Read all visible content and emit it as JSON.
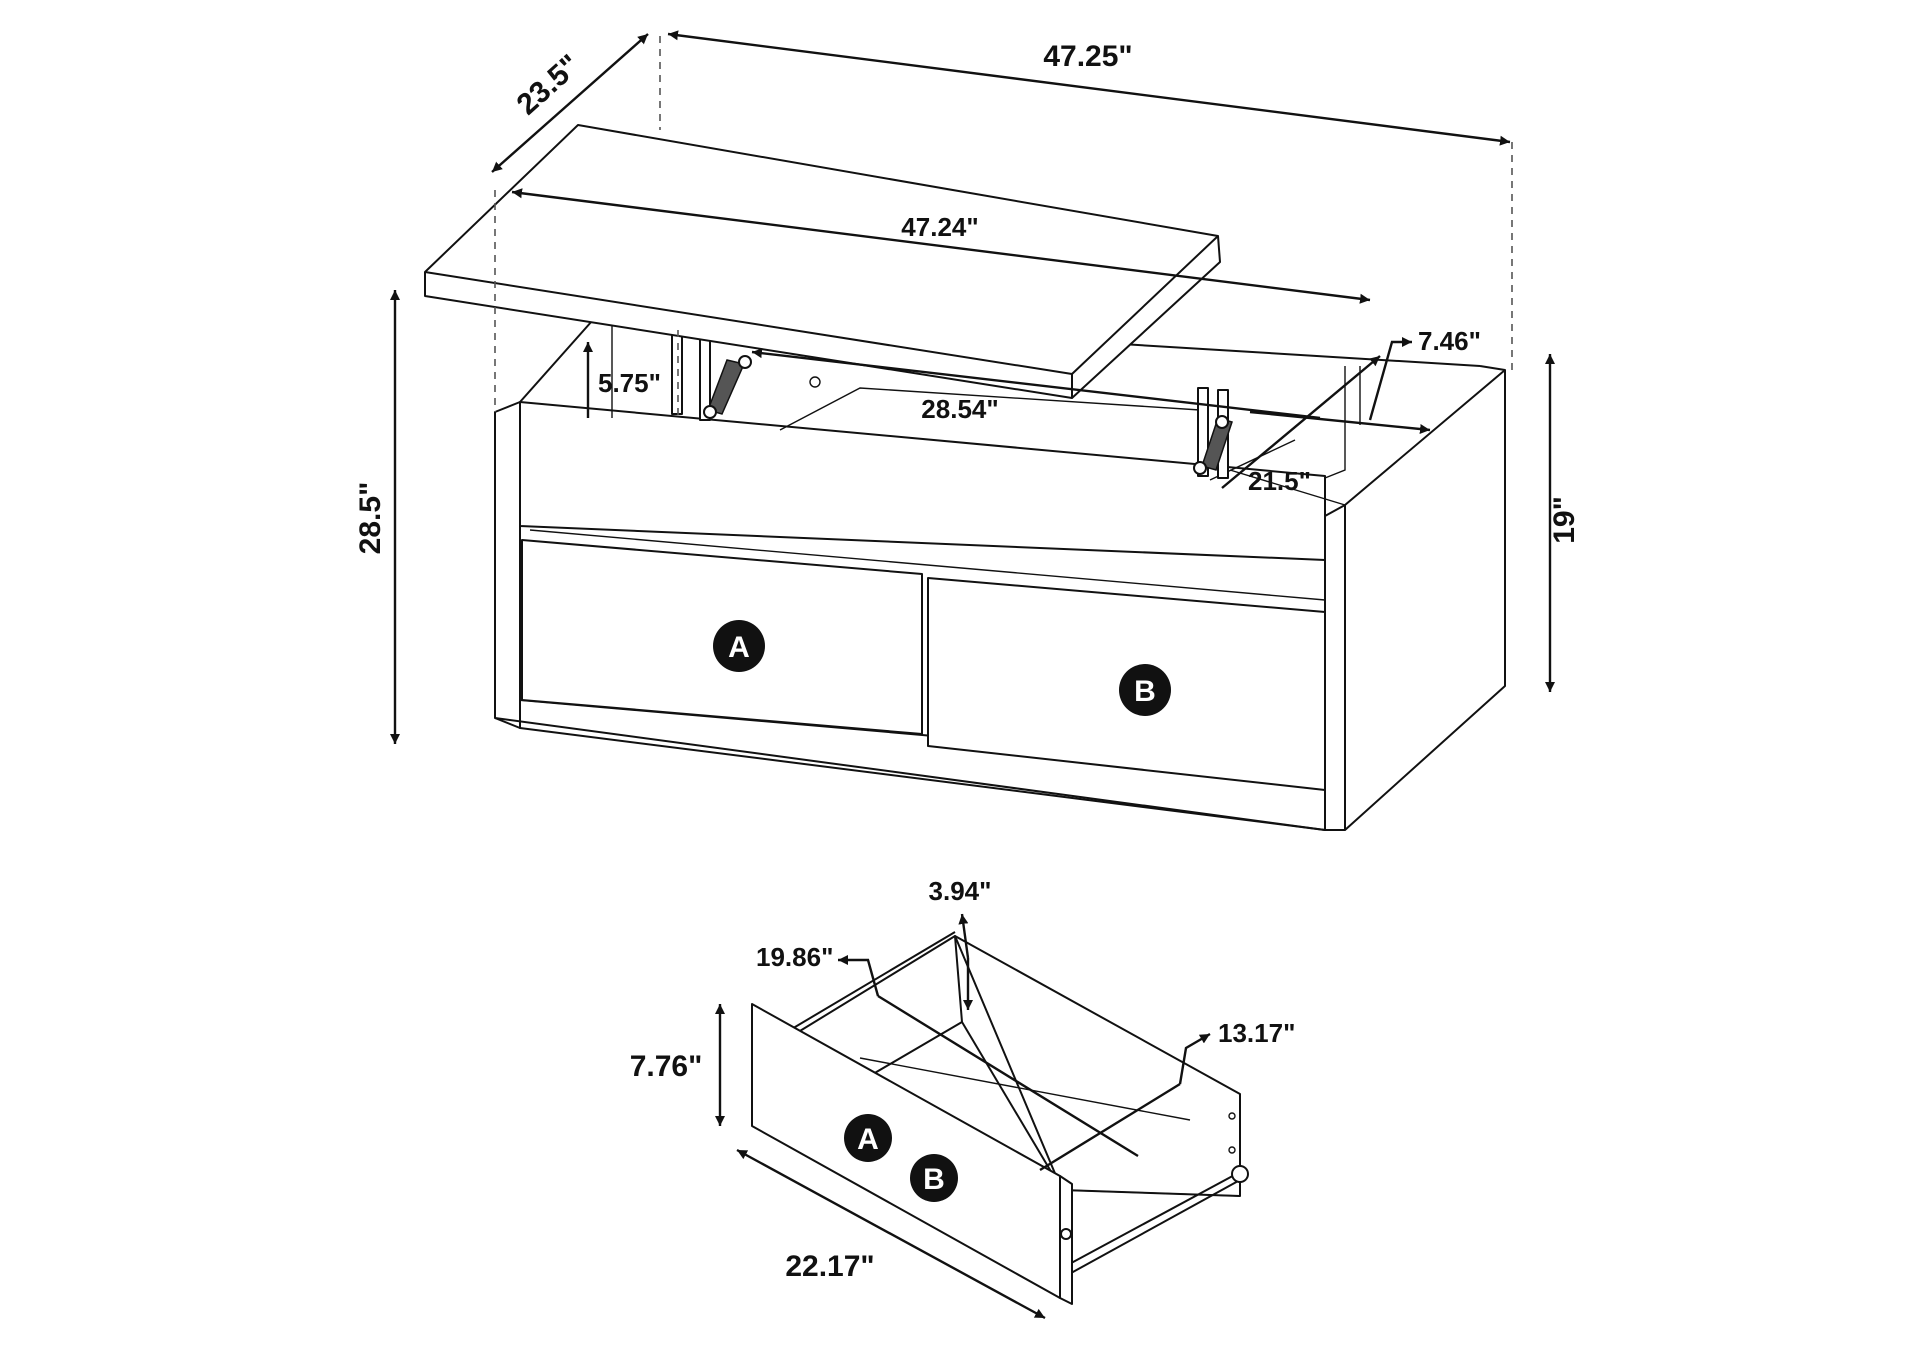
{
  "dimensions": {
    "overall_length": "47.25\"",
    "overall_depth": "23.5\"",
    "top_length": "47.24\"",
    "lift_height": "5.75\"",
    "inner_width": "28.54\"",
    "side_compartment": "7.46\"",
    "inner_depth": "21.5\"",
    "max_height": "28.5\"",
    "table_height": "19\"",
    "drawer_side_height": "3.94\"",
    "drawer_interior_depth": "19.86\"",
    "drawer_interior_width": "13.17\"",
    "drawer_front_height": "7.76\"",
    "drawer_length": "22.17\""
  },
  "labels": {
    "drawer_a": "A",
    "drawer_b": "B"
  }
}
